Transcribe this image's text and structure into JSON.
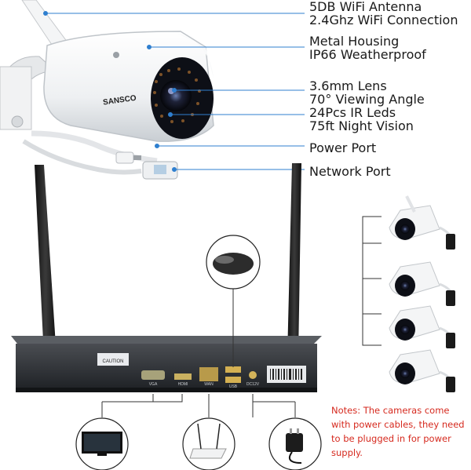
{
  "camera": {
    "brand": "SANSCO"
  },
  "callouts": [
    {
      "lines": [
        "5DB WiFi Antenna",
        "2.4Ghz WiFi Connection"
      ]
    },
    {
      "lines": [
        "Metal Housing",
        "IP66 Weatherproof"
      ]
    },
    {
      "lines": [
        "3.6mm Lens",
        "70° Viewing Angle"
      ]
    },
    {
      "lines": [
        "24Pcs IR Leds",
        "75ft Night Vision"
      ]
    },
    {
      "lines": [
        "Power Port"
      ]
    },
    {
      "lines": [
        "Network Port"
      ]
    }
  ],
  "nvr": {
    "caution": "CAUTION",
    "ports": [
      "VGA",
      "HDMI",
      "WAN",
      "USB",
      "DC12V"
    ]
  },
  "note": "Notes: The cameras come with power cables, they need to be plugged in for power supply.",
  "colors": {
    "callout_line": "#2f7fcf",
    "note_text": "#d62a1f",
    "nvr_body": "#2b2e33"
  },
  "icons": [
    "camera",
    "antenna",
    "nvr",
    "mouse",
    "monitor",
    "router",
    "power-adapter",
    "camera-group"
  ]
}
